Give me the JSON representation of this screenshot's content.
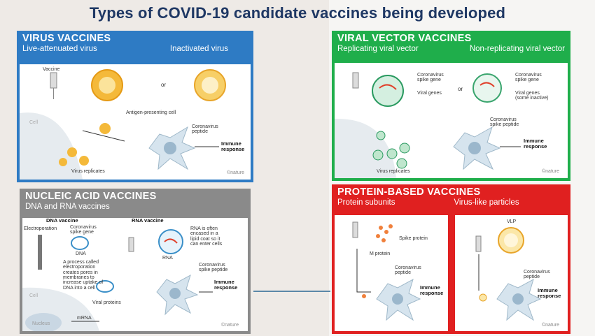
{
  "title": "Types of COVID-19 candidate vaccines being developed",
  "colors": {
    "blue": "#2e7bc4",
    "green": "#1fae4b",
    "gray": "#8a8a8a",
    "red": "#e02020",
    "title": "#1f3864"
  },
  "virus": {
    "heading": "VIRUS VACCINES",
    "sub1": "Live-attenuated virus",
    "sub2": "Inactivated virus",
    "labels": {
      "vaccine": "Vaccine",
      "or": "or",
      "apc": "Antigen-presenting cell",
      "cell": "Cell",
      "peptide": "Coronavirus\npeptide",
      "immune": "Immune\nresponse",
      "replicates": "Virus replicates",
      "nature": "©nature"
    }
  },
  "vector": {
    "heading": "VIRAL VECTOR VACCINES",
    "sub1": "Replicating viral vector",
    "sub2": "Non-replicating viral vector",
    "labels": {
      "spike1": "Coronavirus\nspike gene",
      "viral_genes": "Viral genes",
      "or": "or",
      "spike2": "Coronavirus\nspike gene",
      "viral_genes2": "Viral genes\n(some inactive)",
      "peptide": "Coronavirus\nspike peptide",
      "immune": "Immune\nresponse",
      "replicates": "Virus replicates",
      "nature": "©nature"
    }
  },
  "nucleic": {
    "heading": "NUCLEIC ACID VACCINES",
    "sub1": "DNA and RNA vaccines",
    "labels": {
      "dna_vaccine": "DNA vaccine",
      "rna_vaccine": "RNA vaccine",
      "electroporation": "Electroporation",
      "spike": "Coronavirus\nspike gene",
      "dna": "DNA",
      "rna": "RNA",
      "lipid": "RNA is often\nencased in a\nlipid coat so it\ncan enter cells",
      "process": "A process called\nelectroporation\ncreates pores in\nmembranes to\nincrease uptake of\nDNA into a cell",
      "cell": "Cell",
      "nucleus": "Nucleus",
      "mrna": "mRNA",
      "viral_proteins": "Viral proteins",
      "peptide": "Coronavirus\nspike peptide",
      "immune": "Immune\nresponse",
      "nature": "©nature"
    }
  },
  "protein": {
    "heading": "PROTEIN-BASED VACCINES",
    "sub1": "Protein subunits",
    "sub2": "Virus-like particles",
    "labels": {
      "spike_protein": "Spike protein",
      "m_protein": "M protein",
      "peptide": "Coronavirus\npeptide",
      "immune": "Immune\nresponse",
      "vlp": "VLP",
      "peptide2": "Coronavirus\npeptide",
      "immune2": "Immune\nresponse",
      "nature": "©nature"
    }
  }
}
